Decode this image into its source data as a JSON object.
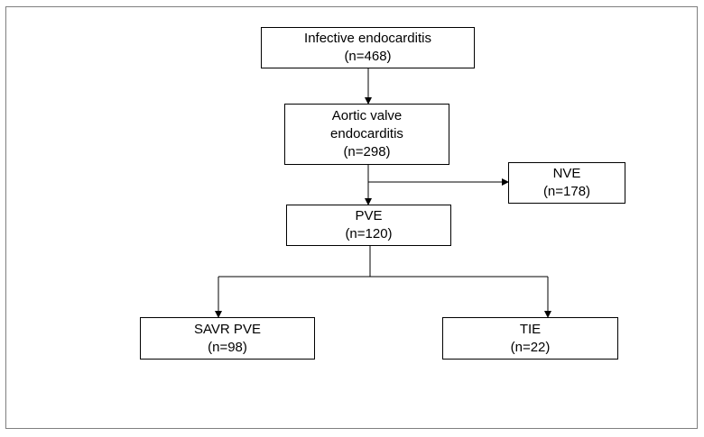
{
  "nodes": {
    "infective": {
      "lines": [
        "Infective endocarditis",
        "(n=468)"
      ]
    },
    "aortic": {
      "lines": [
        "Aortic valve",
        "endocarditis",
        "(n=298)"
      ]
    },
    "nve": {
      "lines": [
        "NVE",
        "(n=178)"
      ]
    },
    "pve": {
      "lines": [
        "PVE",
        "(n=120)"
      ]
    },
    "savr": {
      "lines": [
        "SAVR PVE",
        "(n=98)"
      ]
    },
    "tie": {
      "lines": [
        "TIE",
        "(n=22)"
      ]
    }
  },
  "edges": [
    {
      "from": "infective",
      "to": "aortic"
    },
    {
      "from": "aortic",
      "to": "pve"
    },
    {
      "from": "aortic",
      "to": "nve"
    },
    {
      "from": "pve",
      "to": "savr"
    },
    {
      "from": "pve",
      "to": "tie"
    }
  ]
}
